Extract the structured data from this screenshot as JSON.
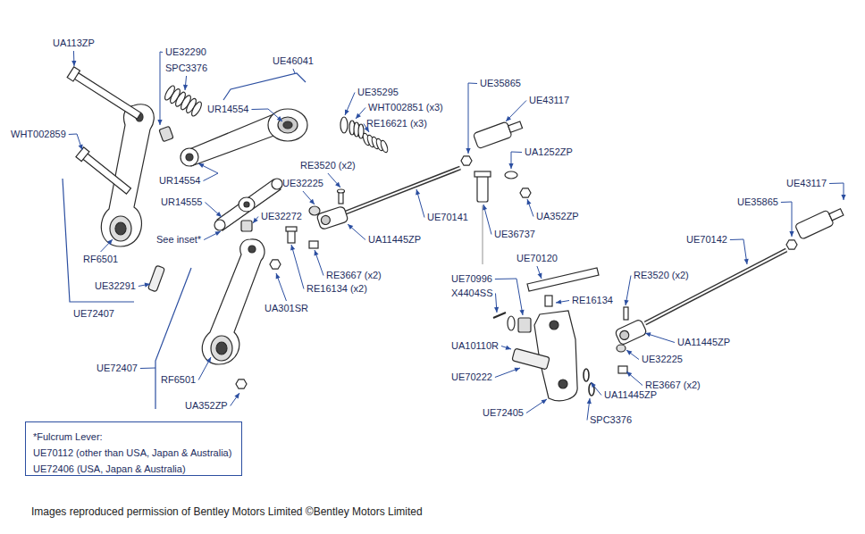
{
  "diagram": {
    "caption": "Images reproduced permission of Bentley Motors Limited ©Bentley Motors Limited",
    "nodes": [
      {
        "text": [
          "*Fulcrum Lever:",
          "UE70112 (other than USA, Japan & Australia)",
          "UE72406 (USA, Japan & Australia)"
        ]
      }
    ],
    "labels": [
      "UA113ZP",
      "UE32290",
      "SPC3376",
      "UE46041",
      "WHT002859",
      "UR14554",
      "UE35295",
      "WHT002851 (x3)",
      "RE16621 (x3)",
      "UE35865",
      "UE43117",
      "UA1252ZP",
      "RE3520 (x2)",
      "UE32225",
      "UR14554",
      "UR14555",
      "UE32272",
      "See inset*",
      "RF6501",
      "UE32291",
      "UE72407",
      "UA301SR",
      "RE3667 (x2)",
      "RE16134 (x2)",
      "UA11445ZP",
      "UE70141",
      "UE36737",
      "UA352ZP",
      "UE70120",
      "UE43117",
      "UE35865",
      "UE70142",
      "UE70996",
      "X4404SS",
      "RE3520 (x2)",
      "RE16134",
      "UA10110R",
      "UA11445ZP",
      "UE32225",
      "UE70222",
      "RE3667 (x2)",
      "UA11445ZP",
      "UE72405",
      "SPC3376",
      "UE72407",
      "RF6501",
      "UA352ZP"
    ]
  }
}
